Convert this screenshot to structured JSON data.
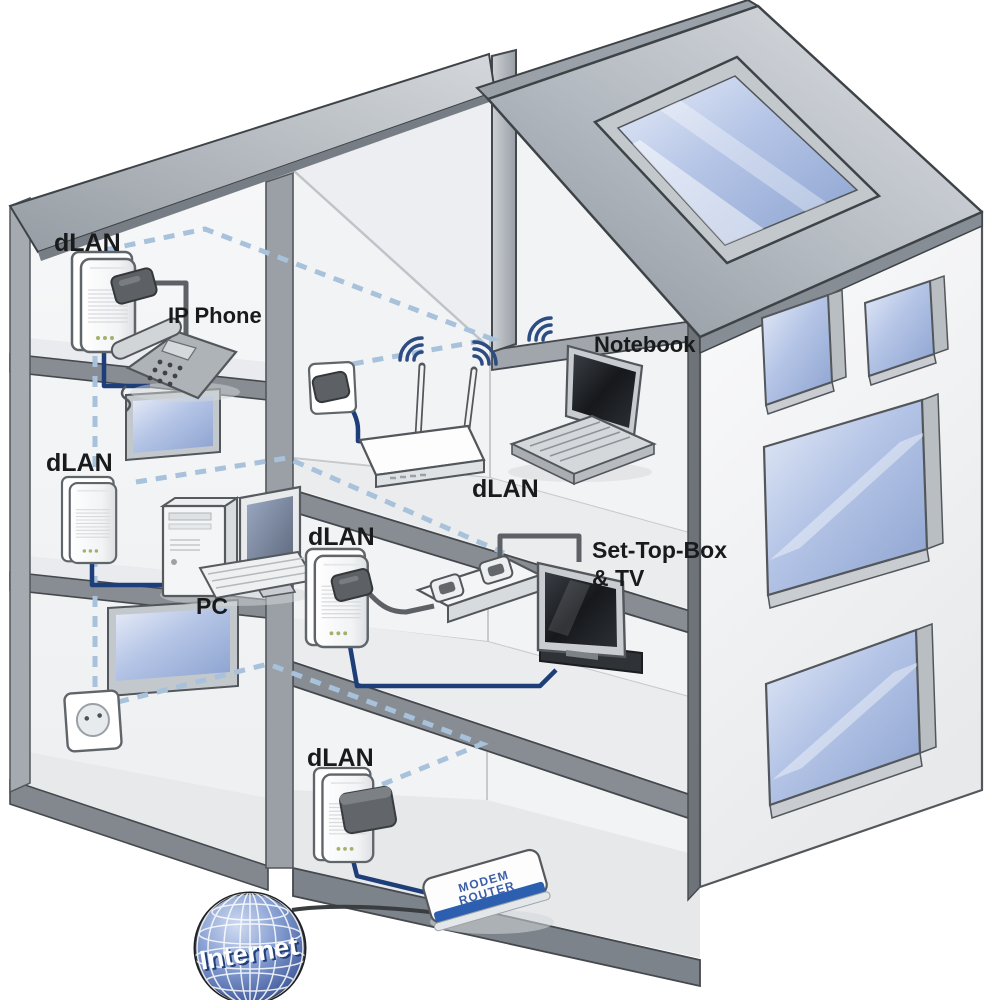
{
  "title": "dLAN powerline home network cutaway diagram",
  "labels": {
    "dlan_top_left": "dLAN",
    "ip_phone": "IP Phone",
    "dlan_middle_left": "dLAN",
    "pc": "PC",
    "notebook": "Notebook",
    "dlan_wifi_router": "dLAN",
    "dlan_living_room": "dLAN",
    "set_top_box_line1": "Set-Top-Box",
    "set_top_box_line2": "& TV",
    "dlan_ground_floor": "dLAN",
    "internet": "Internet"
  },
  "modem_router": {
    "line1": "MODEM",
    "line2": "ROUTER"
  },
  "devices": [
    "powerline-adapter-ip-phone",
    "ip-phone",
    "powerline-adapter-pc",
    "desktop-pc",
    "wall-socket-wifi",
    "wifi-router",
    "notebook",
    "powerline-adapter-living-room",
    "power-strip",
    "tv-set-top-box",
    "powerline-adapter-ground-floor",
    "modem-router",
    "empty-wall-socket",
    "internet-globe"
  ],
  "colors": {
    "cable_navy": "#1d3e78",
    "cable_gray": "#5d6165",
    "internet_line": "#3a3d40",
    "powerline_dash": "#a7c2da",
    "globe_blue": "#2b4790",
    "modem_text_blue": "#3a5fa8",
    "modem_stripe_blue": "#2d5fb0",
    "label_black": "#191a1b",
    "wifi_arc_blue": "#2d4c82",
    "roof_gray": "#aab0b7",
    "slab_gray": "#878d93",
    "wall_white": "#f3f4f6",
    "window_glass_blue": "#9db1d9"
  }
}
